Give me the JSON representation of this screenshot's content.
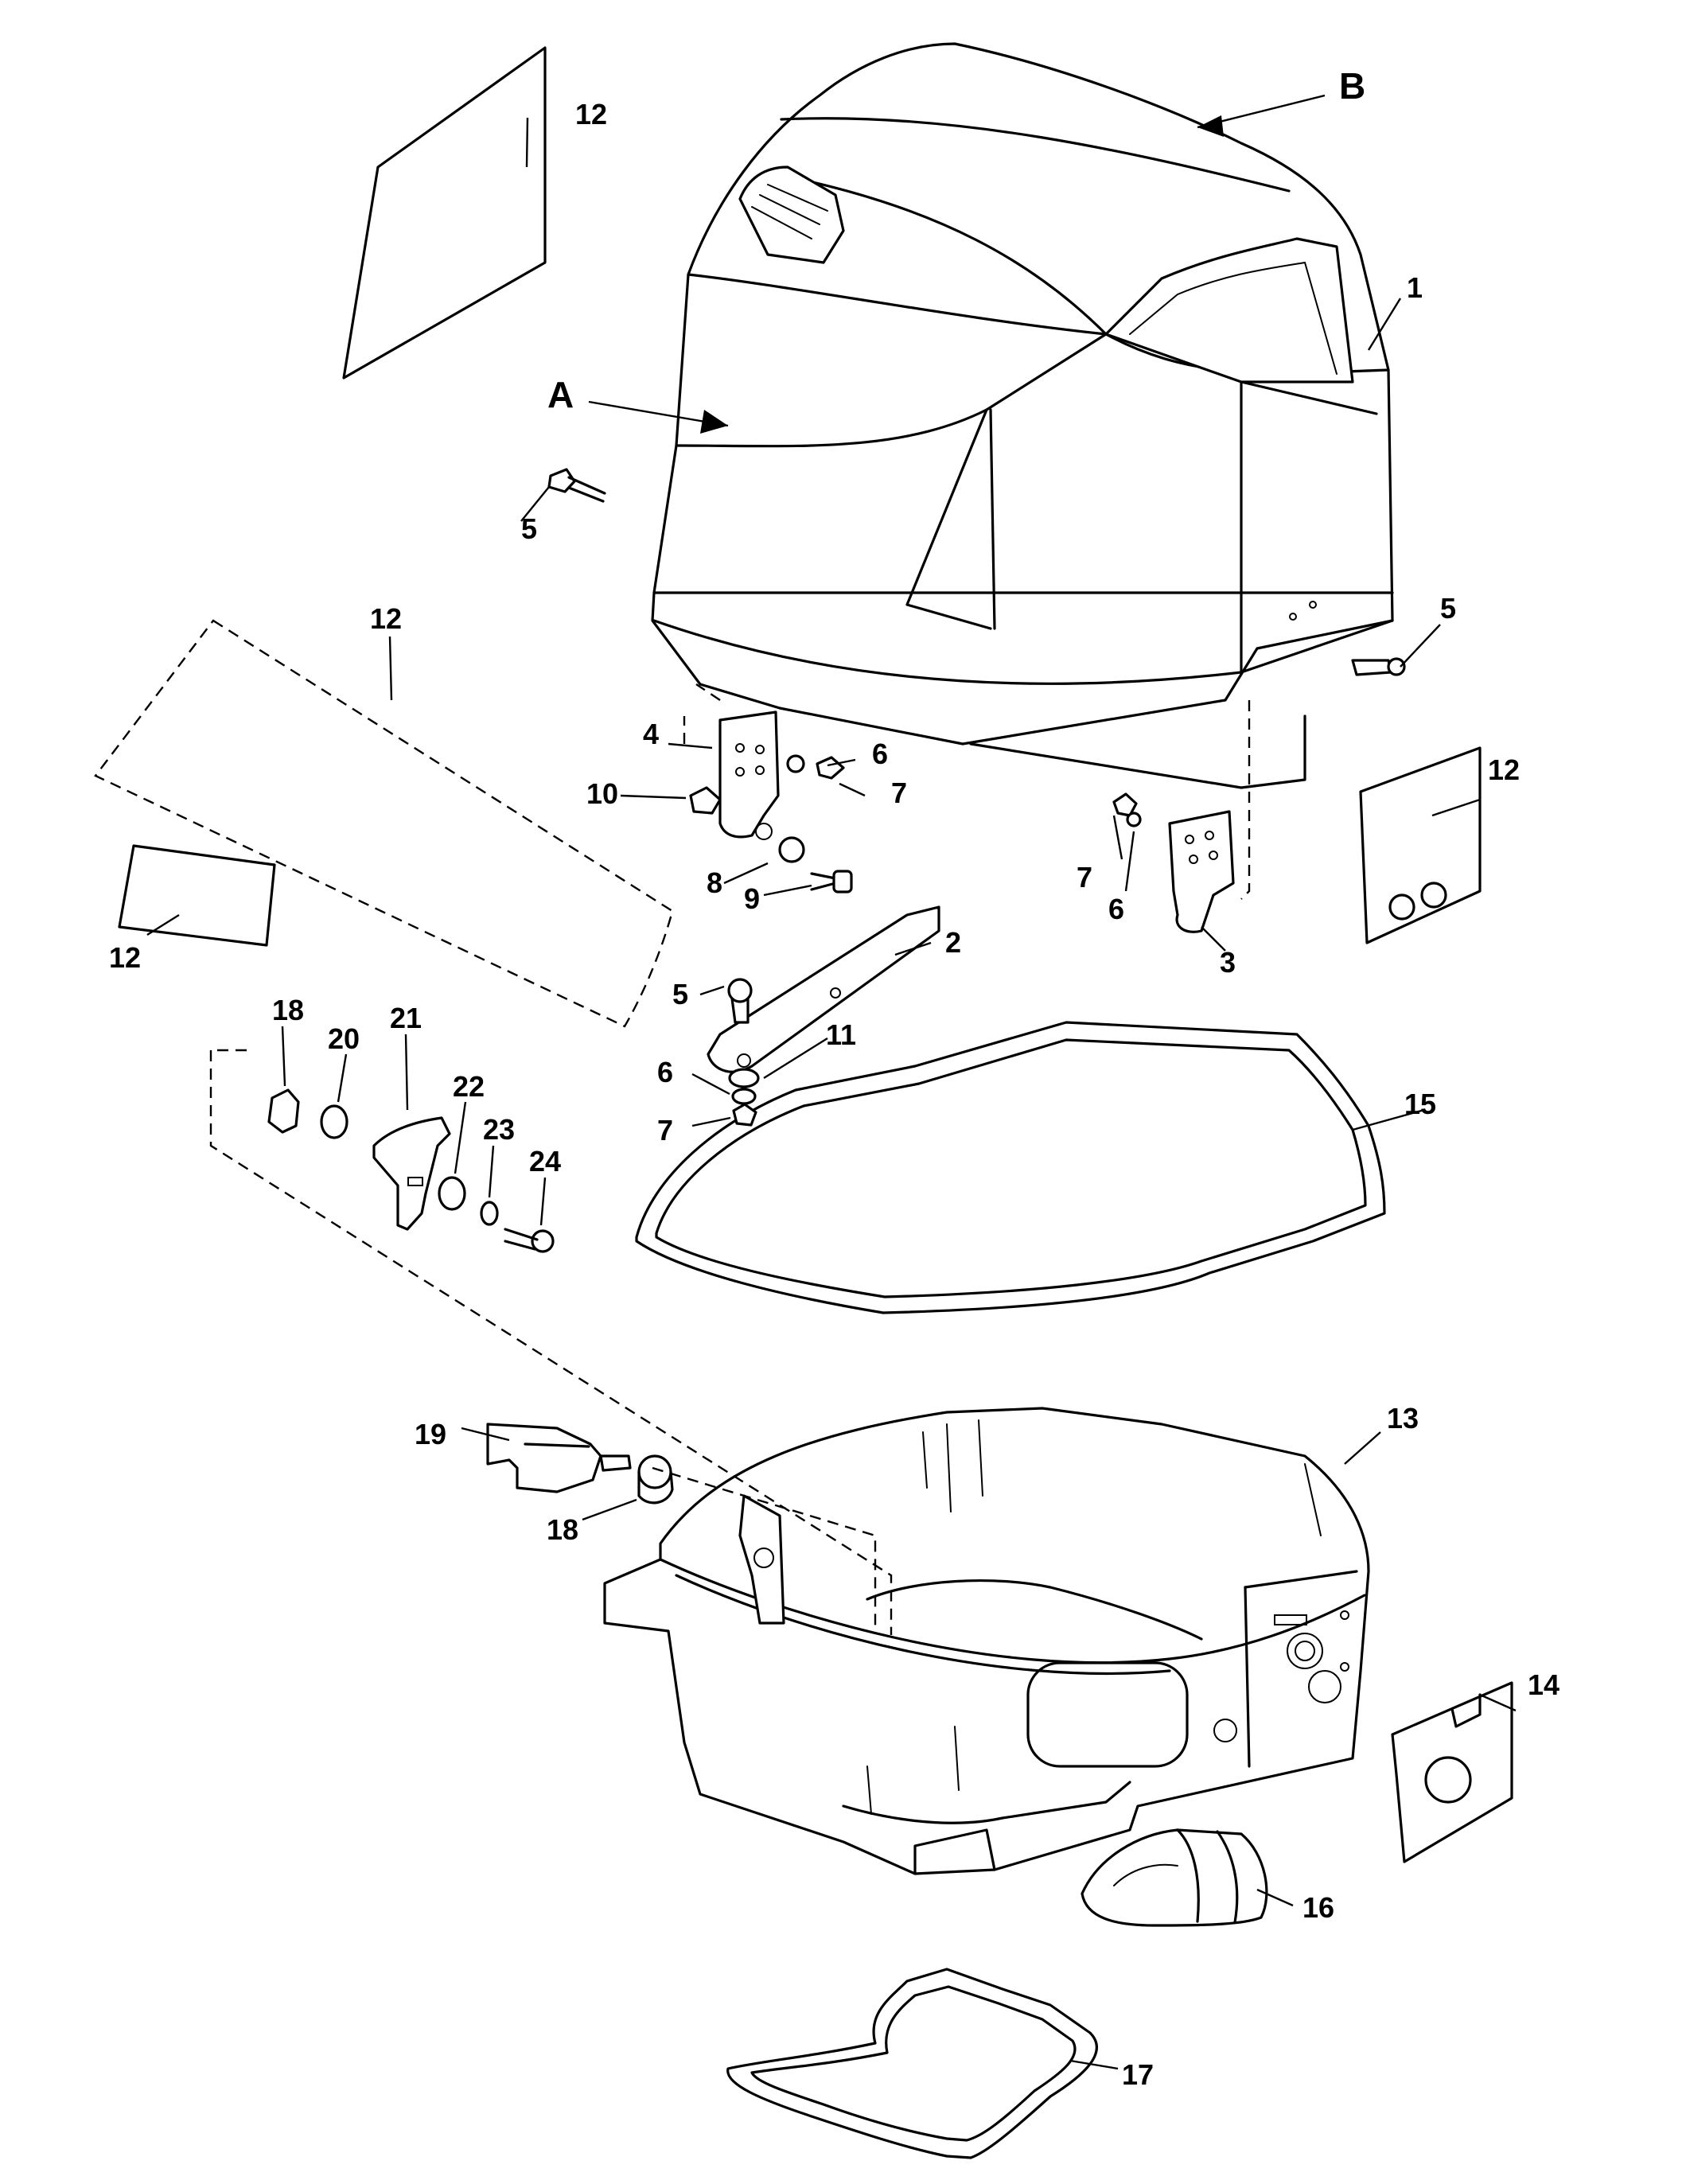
{
  "diagram": {
    "reference_letters": [
      "A",
      "B"
    ],
    "callouts": {
      "c1": "1",
      "c2": "2",
      "c3": "3",
      "c4": "4",
      "c5a": "5",
      "c5b": "5",
      "c5c": "5",
      "c6a": "6",
      "c6b": "6",
      "c6c": "6",
      "c7a": "7",
      "c7b": "7",
      "c7c": "7",
      "c8": "8",
      "c9": "9",
      "c10": "10",
      "c11": "11",
      "c12a": "12",
      "c12b": "12",
      "c12c": "12",
      "c12d": "12",
      "c13": "13",
      "c14": "14",
      "c15": "15",
      "c16": "16",
      "c17": "17",
      "c18a": "18",
      "c18b": "18",
      "c19": "19",
      "c20": "20",
      "c21": "21",
      "c22": "22",
      "c23": "23",
      "c24": "24"
    }
  }
}
